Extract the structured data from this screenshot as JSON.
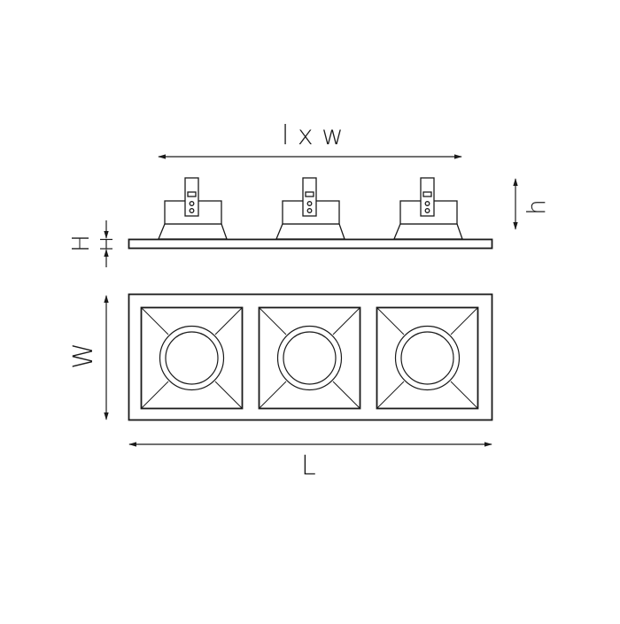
{
  "diagram": {
    "type": "technical-dimension-drawing",
    "subject": "triple square recessed downlight",
    "line_color": "#1a1a1a",
    "background": "#ffffff",
    "labels": {
      "cutout": "l x w",
      "height_above": "h",
      "plate_thickness": "H",
      "width": "W",
      "length": "L"
    },
    "views": [
      {
        "name": "side-view",
        "fixtures": 3
      },
      {
        "name": "front-view",
        "cells": 3
      }
    ]
  }
}
